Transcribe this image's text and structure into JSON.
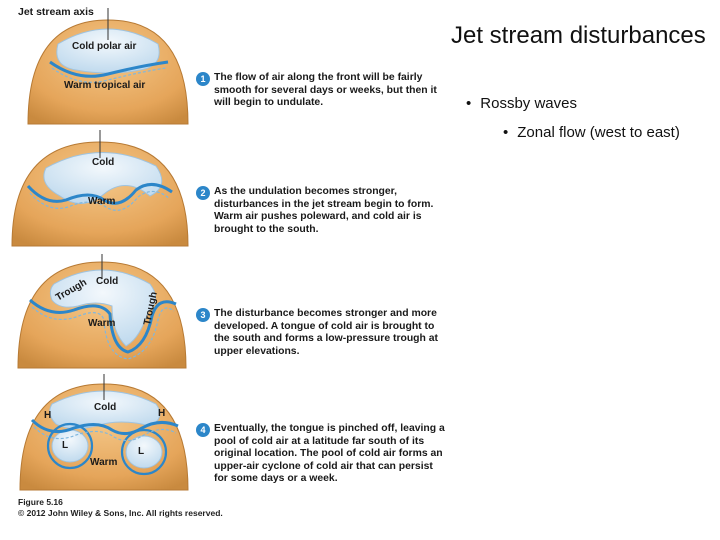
{
  "figure": {
    "axis_label": "Jet stream axis",
    "panels": [
      {
        "labels": {
          "cold": "Cold polar air",
          "warm": "Warm tropical air"
        }
      },
      {
        "labels": {
          "cold": "Cold",
          "warm": "Warm"
        }
      },
      {
        "labels": {
          "cold": "Cold",
          "warm": "Warm",
          "trough_left": "Trough",
          "trough_right": "Trough"
        }
      },
      {
        "labels": {
          "cold": "Cold",
          "warm": "Warm",
          "high_left": "H",
          "high_right": "H",
          "low_left": "L",
          "low_right": "L"
        }
      }
    ],
    "steps": [
      {
        "number": "1",
        "text": "The flow of air along the front will be fairly smooth for several days or weeks, but then it will begin to undulate."
      },
      {
        "number": "2",
        "text": "As the undulation becomes stronger, disturbances in the jet stream begin to form. Warm air pushes poleward, and cold air is brought to the south."
      },
      {
        "number": "3",
        "text": "The disturbance becomes stronger and more developed. A tongue of cold air is brought to the south and forms a low-pressure trough at upper elevations."
      },
      {
        "number": "4",
        "text": "Eventually, the tongue is pinched off, leaving a pool of cold air at a latitude far south of its original location. The pool of cold air forms an upper-air cyclone of cold air that can persist for some days or a week."
      }
    ],
    "caption_figure": "Figure 5.16",
    "caption_copyright": "© 2012 John Wiley & Sons, Inc. All rights reserved."
  },
  "slide": {
    "title": "Jet stream disturbances",
    "bullets": [
      "Rossby waves"
    ],
    "sub_bullets": [
      "Zonal flow (west to east)"
    ]
  },
  "colors": {
    "warm_fill": "#e9ad63",
    "warm_dark": "#c98a3f",
    "cold_fill": "#cfe3f1",
    "jet_blue": "#2c86c9",
    "step_badge": "#2c86c9"
  }
}
